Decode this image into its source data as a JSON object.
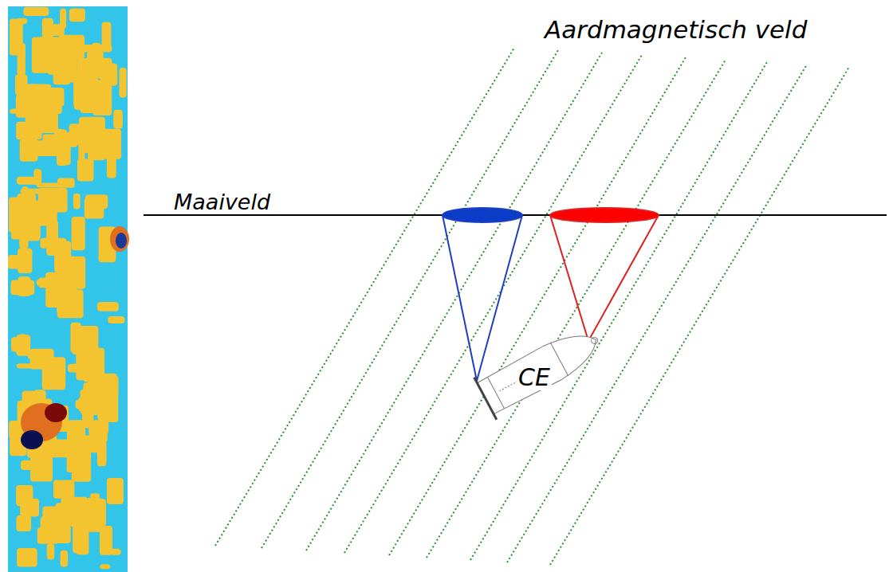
{
  "diagram": {
    "labels": [
      "Aardmagnetisch veld",
      "Maaiveld",
      "CE"
    ]
  }
}
